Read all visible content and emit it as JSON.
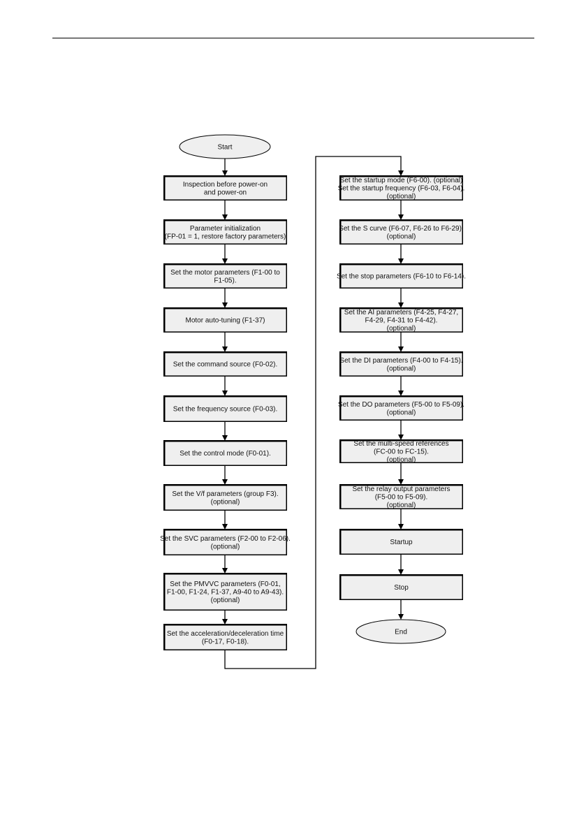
{
  "flow": {
    "start": "Start",
    "end": "End",
    "left_column": [
      {
        "id": "inspection",
        "lines": [
          "Inspection before power-on",
          "and power-on"
        ]
      },
      {
        "id": "param-init",
        "lines": [
          "Parameter initialization",
          "(FP-01 = 1, restore factory parameters)"
        ]
      },
      {
        "id": "motor-params",
        "lines": [
          "Set the motor parameters (F1-00 to",
          "F1-05)."
        ]
      },
      {
        "id": "auto-tuning",
        "lines": [
          "Motor auto-tuning (F1-37)"
        ]
      },
      {
        "id": "command-source",
        "lines": [
          "Set the command source (F0-02)."
        ]
      },
      {
        "id": "frequency-source",
        "lines": [
          "Set the frequency source (F0-03)."
        ]
      },
      {
        "id": "control-mode",
        "lines": [
          "Set the control mode (F0-01)."
        ]
      },
      {
        "id": "vf-params",
        "lines": [
          "Set the V/f parameters (group F3).",
          "(optional)"
        ]
      },
      {
        "id": "svc-params",
        "lines": [
          "Set the SVC parameters (F2-00 to F2-06).",
          "(optional)"
        ]
      },
      {
        "id": "pmvvc-params",
        "lines": [
          "Set the PMVVC parameters (F0-01,",
          "F1-00, F1-24, F1-37, A9-40 to A9-43).",
          "(optional)"
        ]
      },
      {
        "id": "accel-decel",
        "lines": [
          "Set the acceleration/deceleration time",
          "(F0-17, F0-18)."
        ]
      }
    ],
    "right_column": [
      {
        "id": "startup-mode",
        "lines": [
          "Set the startup mode (F6-00). (optional)",
          "Set the startup frequency (F6-03, F6-04).",
          "(optional)"
        ]
      },
      {
        "id": "s-curve",
        "lines": [
          "Set the S curve (F6-07, F6-26 to F6-29).",
          "(optional)"
        ]
      },
      {
        "id": "stop-params",
        "lines": [
          "Set the stop parameters (F6-10 to F6-14)."
        ]
      },
      {
        "id": "ai-params",
        "lines": [
          "Set the AI parameters (F4-25, F4-27,",
          "F4-29, F4-31 to F4-42).",
          "(optional)"
        ]
      },
      {
        "id": "di-params",
        "lines": [
          "Set the DI parameters (F4-00 to F4-15).",
          "(optional)"
        ]
      },
      {
        "id": "do-params",
        "lines": [
          "Set the DO parameters (F5-00 to F5-09).",
          "(optional)"
        ]
      },
      {
        "id": "multi-speed",
        "lines": [
          "Set the multi-speed references",
          "(FC-00 to FC-15).",
          "(optional)"
        ]
      },
      {
        "id": "relay-output",
        "lines": [
          "Set the relay output parameters",
          "(F5-00 to F5-09).",
          "(optional)"
        ]
      },
      {
        "id": "startup",
        "lines": [
          "Startup"
        ]
      },
      {
        "id": "stop",
        "lines": [
          "Stop"
        ]
      }
    ]
  }
}
